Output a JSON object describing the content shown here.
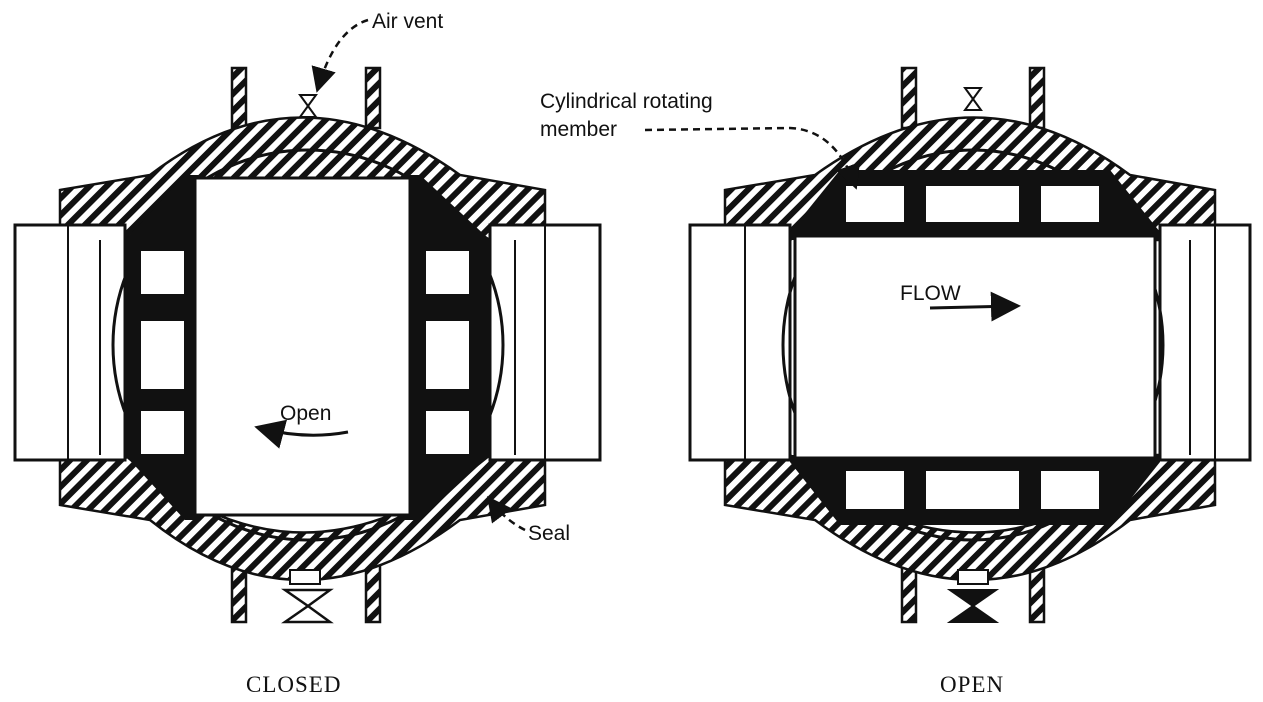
{
  "labels": {
    "air_vent": "Air vent",
    "rotating_member_line1": "Cylindrical rotating",
    "rotating_member_line2": "member",
    "flow": "FLOW",
    "open_arrow": "Open",
    "seal": "Seal"
  },
  "captions": {
    "closed": "CLOSED",
    "open": "OPEN"
  }
}
